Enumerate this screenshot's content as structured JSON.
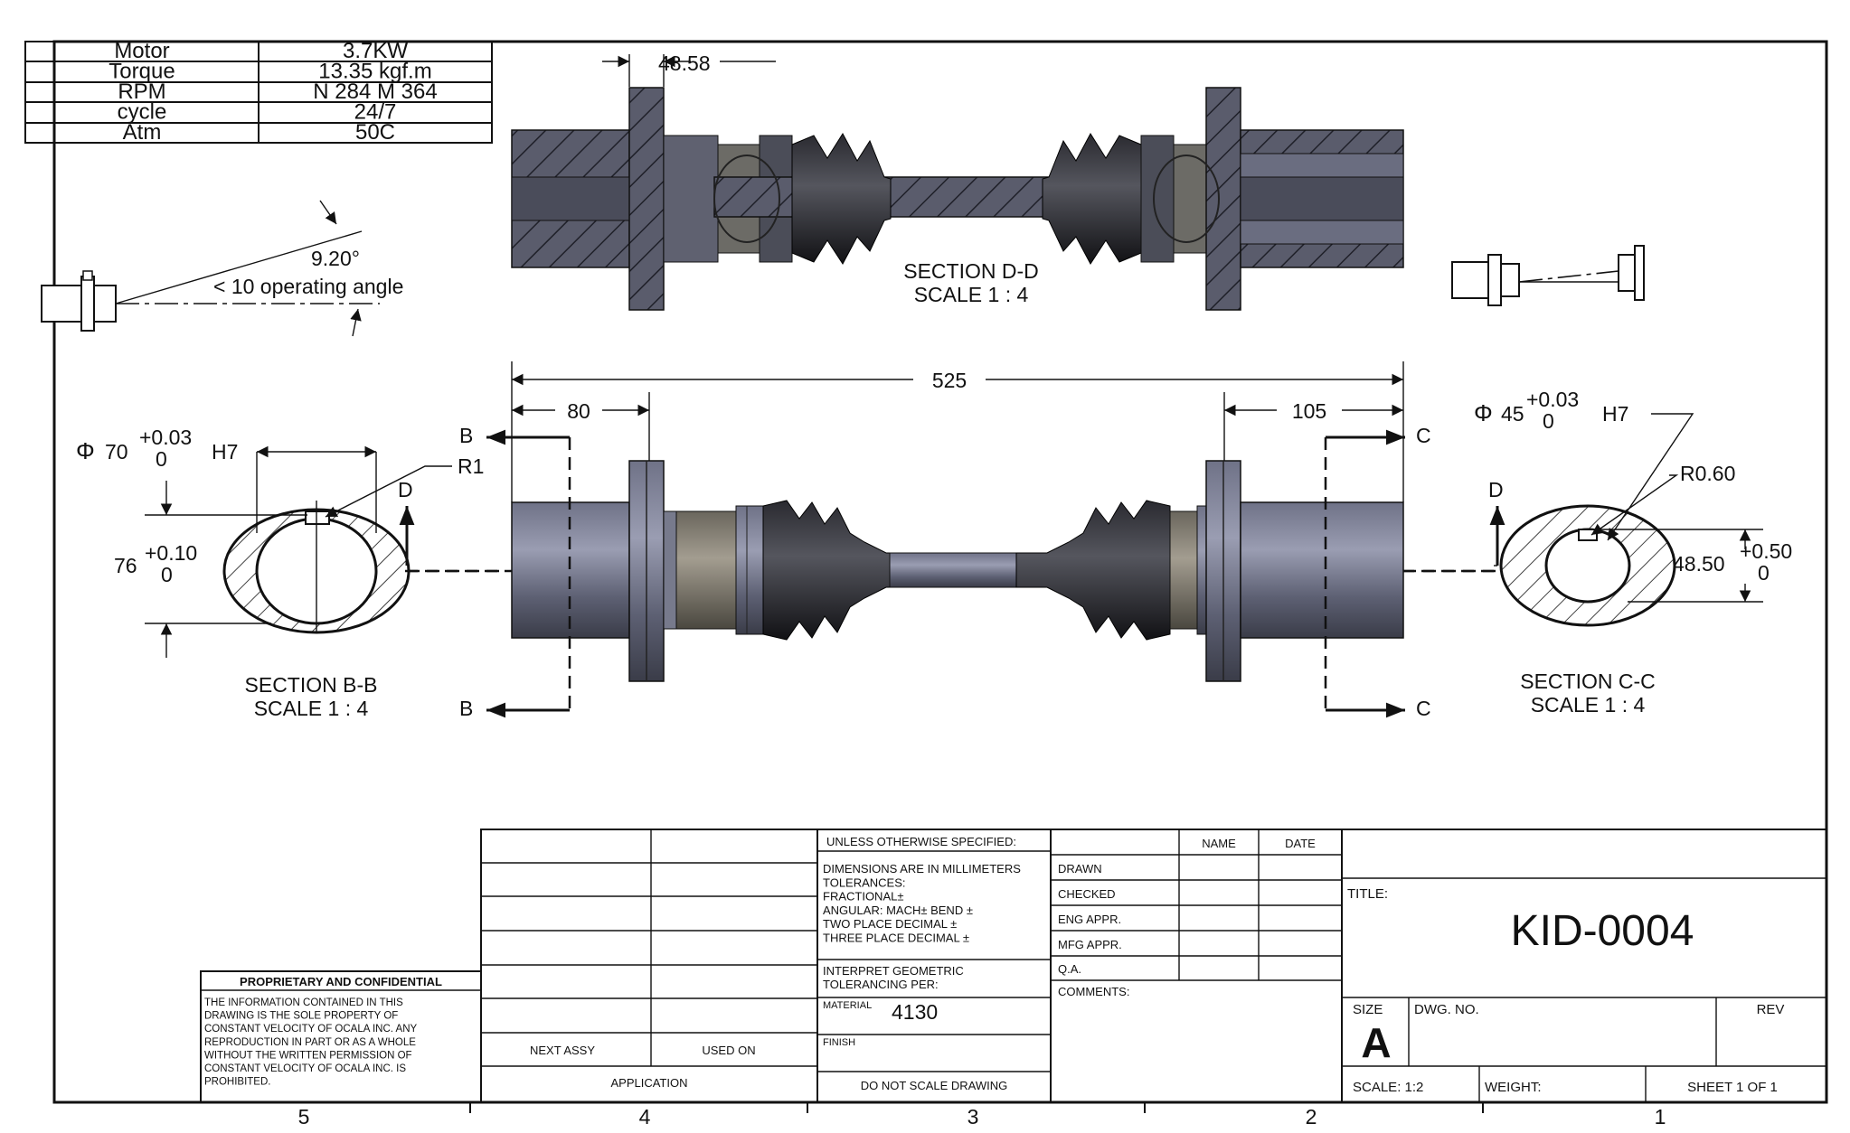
{
  "spec_table": [
    {
      "label": "Motor",
      "value": "3.7KW"
    },
    {
      "label": "Torque",
      "value": "13.35 kgf.m"
    },
    {
      "label": "RPM",
      "value": "N 284 M 364"
    },
    {
      "label": "cycle",
      "value": "24/7"
    },
    {
      "label": "Atm",
      "value": "50C"
    }
  ],
  "dimensions": {
    "flange_width": "48.58",
    "overall_length": "525",
    "left_hub": "80",
    "right_hub": "105",
    "angle": "9.20°",
    "operating_angle": "< 10 operating angle",
    "radius_b": "R1",
    "radius_c": "R0.60",
    "bore_b_sym": "Φ",
    "bore_b_nom": "70",
    "bore_b_up": "+0.03",
    "bore_b_low": "0",
    "bore_b_fit": "H7",
    "key_b_nom": "76",
    "key_b_up": "+0.10",
    "key_b_low": "0",
    "bore_c_sym": "Φ",
    "bore_c_nom": "45",
    "bore_c_up": "+0.03",
    "bore_c_low": "0",
    "bore_c_fit": "H7",
    "key_c_nom": "48.50",
    "key_c_up": "+0.50",
    "key_c_low": "0"
  },
  "sections": {
    "dd_title": "SECTION D-D",
    "dd_scale": "SCALE 1 : 4",
    "bb_title": "SECTION B-B",
    "bb_scale": "SCALE 1 : 4",
    "cc_title": "SECTION C-C",
    "cc_scale": "SCALE 1 : 4",
    "letter_b": "B",
    "letter_c": "C",
    "letter_d": "D"
  },
  "zones": [
    "5",
    "4",
    "3",
    "2",
    "1"
  ],
  "title_block": {
    "proprietary_title": "PROPRIETARY AND CONFIDENTIAL",
    "proprietary_lines": [
      "THE INFORMATION CONTAINED IN THIS",
      "DRAWING IS THE SOLE PROPERTY OF",
      "CONSTANT VELOCITY OF OCALA INC.  ANY",
      "REPRODUCTION IN PART OR AS A WHOLE",
      "WITHOUT THE WRITTEN PERMISSION OF",
      "CONSTANT VELOCITY OF OCALA INC. IS",
      "PROHIBITED."
    ],
    "next_assy": "NEXT ASSY",
    "used_on": "USED ON",
    "application": "APPLICATION",
    "unless": "UNLESS OTHERWISE SPECIFIED:",
    "tolerance_lines": [
      "DIMENSIONS ARE IN MILLIMETERS",
      "TOLERANCES:",
      "FRACTIONAL±",
      "ANGULAR: MACH±    BEND ±",
      "TWO PLACE DECIMAL   ±",
      "THREE PLACE DECIMAL  ±"
    ],
    "interpret_lines": [
      "INTERPRET GEOMETRIC",
      "TOLERANCING PER:"
    ],
    "material_label": "MATERIAL",
    "material_value": "4130",
    "finish_label": "FINISH",
    "do_not_scale": "DO NOT SCALE DRAWING",
    "name_label": "NAME",
    "date_label": "DATE",
    "drawn": "DRAWN",
    "checked": "CHECKED",
    "eng_appr": "ENG APPR.",
    "mfg_appr": "MFG APPR.",
    "qa": "Q.A.",
    "comments": "COMMENTS:",
    "title_label": "TITLE:",
    "title_value": "KID-0004",
    "size_label": "SIZE",
    "size_value": "A",
    "dwg_no_label": "DWG.  NO.",
    "rev_label": "REV",
    "scale": "SCALE: 1:2",
    "weight": "WEIGHT:",
    "sheet": "SHEET 1 OF 1"
  },
  "colors": {
    "steel_dark": "#3d3f4c",
    "steel_mid": "#63667b",
    "steel_light": "#8c8fa4",
    "boot": "#1c1c1f",
    "bearing": "#6e6a62"
  }
}
